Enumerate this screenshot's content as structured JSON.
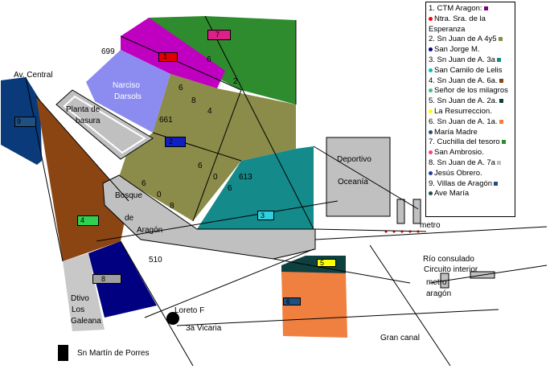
{
  "title": "",
  "colors": {
    "purple": "#c000c0",
    "green": "#2e8b2e",
    "olive": "#8b8b4a",
    "teal": "#148a8a",
    "brown": "#8b4513",
    "navy": "#000080",
    "blue_dark": "#0a3a7a",
    "lavender": "#8c8cf0",
    "orange": "#f08040",
    "dark_teal": "#0f4040",
    "gray": "#c0c0c0"
  },
  "labels": {
    "av_central": "Av. Central",
    "planta": "Planta de",
    "basura": "basura",
    "narciso": "Narciso",
    "darsols": "Darsols",
    "bosque": "Bosque",
    "de": "de",
    "aragon": "Aragón",
    "deportivo": "Deportivo",
    "oceania": "Oceanía",
    "metro": "metro",
    "rio_consulado": "Río consulado",
    "circuito_interior": "Circuito interior",
    "metro_aragon_1": "metro",
    "metro_aragon_2": "aragón",
    "dtivo": "Dtivo",
    "los": "Los",
    "galeana": "Galeana",
    "loreto": "Loreto F",
    "vicaria": "3a Vicaria",
    "gran_canal": "Gran canal",
    "sn_martin": "Sn Martín de Porres"
  },
  "numbers": {
    "n699": "699",
    "n661": "661",
    "n613": "613",
    "n510": "510",
    "n6a": "6",
    "n2": "2",
    "n6b": "6",
    "n8a": "8",
    "n4": "4",
    "n6c": "6",
    "n0a": "0",
    "n6d": "6",
    "n6e": "6",
    "n0b": "0",
    "n8b": "8"
  },
  "markers": [
    "1",
    "7",
    "9",
    "2",
    "4",
    "3",
    "5",
    "8",
    "6"
  ],
  "legend": [
    {
      "text": "1. CTM Aragon:",
      "dot": null,
      "square": "#800080"
    },
    {
      "text": "Ntra. Sra. de la",
      "dot": "#ff0000",
      "square": null
    },
    {
      "text": "Esperanza",
      "dot": null,
      "square": null
    },
    {
      "text": "2. Sn Juan de A 4y5",
      "dot": null,
      "square": "#8b8b4a"
    },
    {
      "text": "San Jorge M.",
      "dot": "#000080",
      "square": null
    },
    {
      "text": "3. Sn Juan de A. 3a",
      "dot": null,
      "square": "#148a8a"
    },
    {
      "text": "San Camilo de Lelis",
      "dot": "#00c0c0",
      "square": null
    },
    {
      "text": "4. Sn Juan de A. 6a.",
      "dot": null,
      "square": "#8b4513"
    },
    {
      "text": "Señor de los milagros",
      "dot": "#40c080",
      "square": null
    },
    {
      "text": "5. Sn Juan de A. 2a.",
      "dot": null,
      "square": "#0f4040"
    },
    {
      "text": "La Resurreccion.",
      "dot": "#ffff00",
      "square": null
    },
    {
      "text": "6. Sn Juan de A. 1a.",
      "dot": null,
      "square": "#f08040"
    },
    {
      "text": "María Madre",
      "dot": "#205080",
      "square": null
    },
    {
      "text": "7. Cuchilla del tesoro",
      "dot": null,
      "square": "#2e8b2e"
    },
    {
      "text": "San Ambrosio.",
      "dot": "#ff4080",
      "square": null
    },
    {
      "text": "8. Sn Juan de A. 7a",
      "dot": null,
      "square": "#c0c0c0"
    },
    {
      "text": "Jesús Obrero.",
      "dot": "#2040a0",
      "square": null
    },
    {
      "text": "9.  Villas de Aragón",
      "dot": null,
      "square": "#205080"
    },
    {
      "text": "Ave María",
      "dot": "#205050",
      "square": null
    }
  ]
}
